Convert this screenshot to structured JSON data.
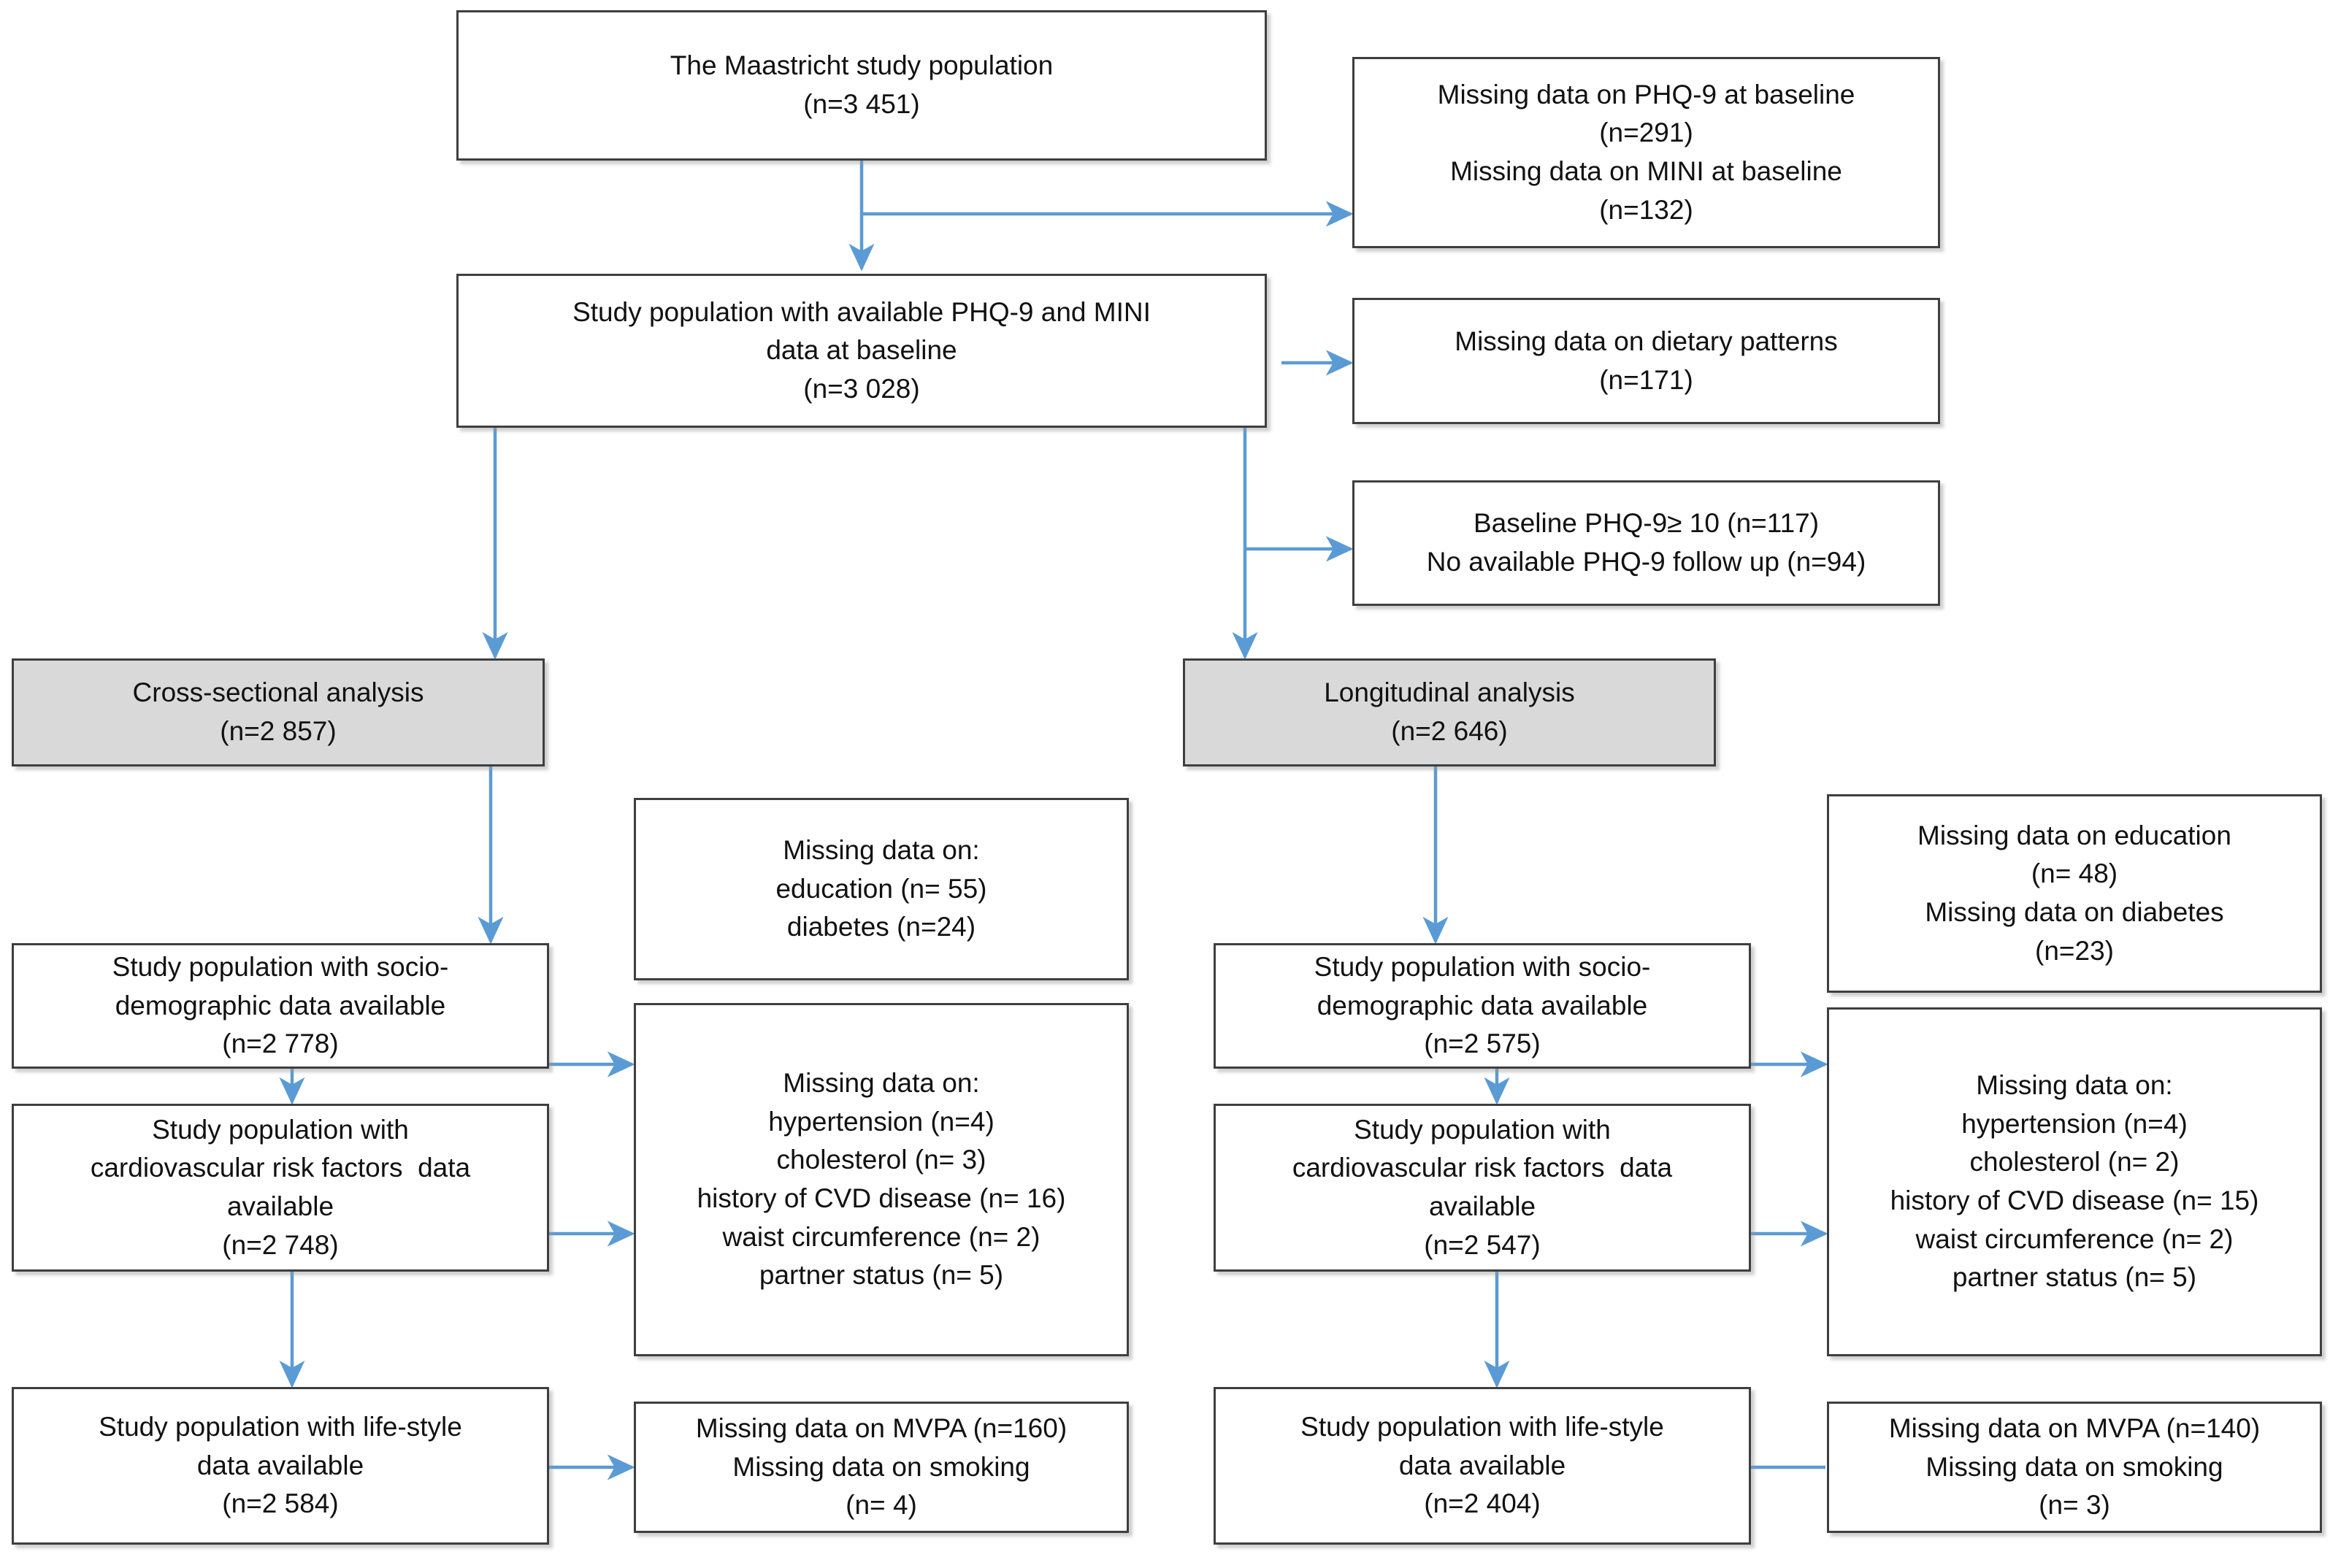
{
  "figure": {
    "type": "study-flow-diagram",
    "title": "Study population flow chart"
  },
  "palette": {
    "box_border": "#3f3f3f",
    "box_fill": "#ffffff",
    "shaded_fill": "#d9d9d9",
    "connector": "#5b9bd5",
    "text": "#111111"
  },
  "nodes": {
    "source_population": {
      "lines": [
        "The Maastricht study population",
        "(n=3 451)"
      ],
      "shaded": false
    },
    "missing_phq9_mini": {
      "lines": [
        "Missing data on PHQ-9 at baseline",
        "(n=291)",
        "Missing data on MINI at baseline",
        "(n=132)"
      ],
      "shaded": false
    },
    "available_phq9_mini": {
      "lines": [
        "Study population with available PHQ-9 and MINI",
        "data at baseline",
        "(n=3 028)"
      ],
      "shaded": false
    },
    "missing_dietary": {
      "lines": [
        "Missing data on dietary patterns",
        "(n=171)"
      ],
      "shaded": false
    },
    "excluded_longitudinal": {
      "lines": [
        "Baseline PHQ-9≥ 10 (n=117)",
        "No available PHQ-9 follow up (n=94)"
      ],
      "shaded": false
    },
    "cross_sectional": {
      "lines": [
        "Cross-sectional analysis",
        "(n=2 857)"
      ],
      "shaded": true
    },
    "longitudinal": {
      "lines": [
        "Longitudinal analysis",
        "(n=2 646)"
      ],
      "shaded": true
    },
    "cs_socio": {
      "lines": [
        "Study population with socio-",
        "demographic data available",
        "(n=2 778)"
      ],
      "shaded": false
    },
    "cs_socio_missing": {
      "lines": [
        "Missing data on:",
        "education (n= 55)",
        "diabetes (n=24)"
      ],
      "shaded": false
    },
    "cs_cvd": {
      "lines": [
        "Study population with",
        "cardiovascular risk factors  data",
        "available",
        "(n=2 748)"
      ],
      "shaded": false
    },
    "cs_cvd_missing": {
      "lines": [
        "Missing data on:",
        "hypertension (n=4)",
        "cholesterol (n= 3)",
        "history of CVD disease (n= 16)",
        "waist circumference (n= 2)",
        "partner status (n= 5)"
      ],
      "shaded": false
    },
    "cs_lifestyle": {
      "lines": [
        "Study population with life-style",
        "data available",
        "(n=2 584)"
      ],
      "shaded": false
    },
    "cs_lifestyle_missing": {
      "lines": [
        "Missing data on MVPA (n=160)",
        "Missing data on smoking",
        "(n= 4)"
      ],
      "shaded": false
    },
    "lg_socio": {
      "lines": [
        "Study population with socio-",
        "demographic data available",
        "(n=2 575)"
      ],
      "shaded": false
    },
    "lg_socio_missing": {
      "lines": [
        "Missing data on education",
        "(n= 48)",
        "Missing data on diabetes",
        "(n=23)"
      ],
      "shaded": false
    },
    "lg_cvd": {
      "lines": [
        "Study population with",
        "cardiovascular risk factors  data",
        "available",
        "(n=2 547)"
      ],
      "shaded": false
    },
    "lg_cvd_missing": {
      "lines": [
        "Missing data on:",
        "hypertension (n=4)",
        "cholesterol (n= 2)",
        "history of CVD disease (n= 15)",
        "waist circumference (n= 2)",
        "partner status (n= 5)"
      ],
      "shaded": false
    },
    "lg_lifestyle": {
      "lines": [
        "Study population with life-style",
        "data available",
        "(n=2 404)"
      ],
      "shaded": false
    },
    "lg_lifestyle_missing": {
      "lines": [
        "Missing data on MVPA (n=140)",
        "Missing data on smoking",
        "(n= 3)"
      ],
      "shaded": false
    }
  }
}
